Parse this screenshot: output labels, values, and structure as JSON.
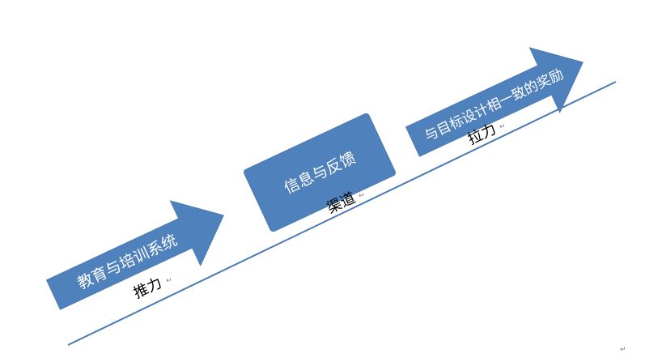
{
  "colors": {
    "shape_fill": "#4f81bd",
    "shape_stroke": "#4a7ab4",
    "baseline": "#4a7ab4",
    "shape_text": "#ffffff",
    "caption_text": "#000000"
  },
  "diagram": {
    "bottom_arrow": {
      "label": "教育与培训系统",
      "caption": "推力"
    },
    "middle_box": {
      "label": "信息与反馈",
      "caption": "渠道"
    },
    "top_arrow": {
      "label": "与目标设计相一致的奖励",
      "caption": "拉力"
    },
    "paragraph_mark": "↵"
  }
}
